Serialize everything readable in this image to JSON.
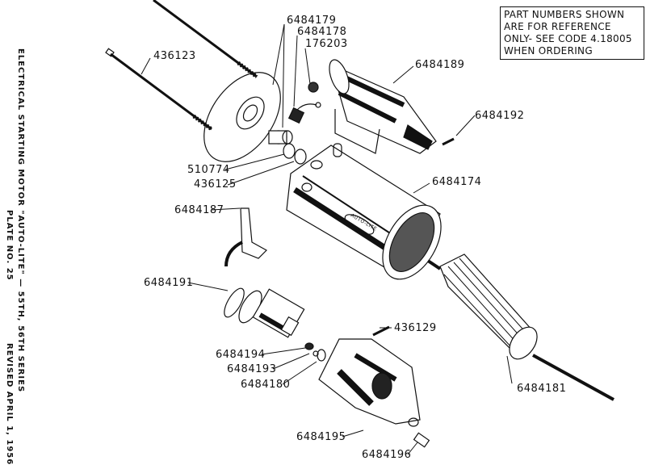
{
  "title": {
    "line1": "ELECTRICAL STARTING MOTOR \"AUTO-LITE\" — 55TH, 56TH SERIES",
    "plate": "PLATE NO. 25",
    "revised": "REVISED APRIL 1, 1956"
  },
  "note": {
    "lines": [
      "PART NUMBERS SHOWN",
      "ARE FOR REFERENCE",
      "ONLY- SEE CODE 4.18005",
      "WHEN ORDERING"
    ]
  },
  "parts": {
    "p436123": "436123",
    "p6484179": "6484179",
    "p6484178": "6484178",
    "p176203": "176203",
    "p6484189": "6484189",
    "p6484192": "6484192",
    "p510774": "510774",
    "p436125": "436125",
    "p6484174": "6484174",
    "p6484187": "6484187",
    "p6484191": "6484191",
    "p436129": "436129",
    "p6484194": "6484194",
    "p6484193": "6484193",
    "p6484180": "6484180",
    "p6484181": "6484181",
    "p6484195": "6484195",
    "p6484196": "6484196"
  },
  "housing_badge": "AUTO-LITE"
}
